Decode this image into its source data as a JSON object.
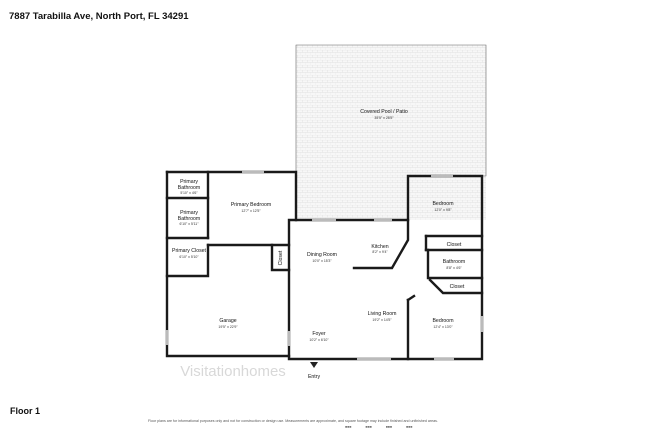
{
  "address": "7887 Tarabilla Ave, North Port, FL 34291",
  "floor_label": "Floor 1",
  "disclaimer": "Floor plans are for informational purposes only and not for construction or design use. Measurements are approximate, and square footage may include finished and unfinished areas.",
  "watermark": "Visitationhomes",
  "entry_label": "Entry",
  "logos": [
    "logo-1",
    "logo-2",
    "logo-3",
    "logo-4"
  ],
  "rooms": {
    "patio": {
      "name": "Covered Pool / Patio",
      "dims": "35'5\" x 28'5\""
    },
    "primary_bath_1": {
      "name": "Primary",
      "name2": "Bathroom",
      "dims": "5'10\" x 4'6\""
    },
    "primary_bath_2": {
      "name": "Primary",
      "name2": "Bathroom",
      "dims": "6'10\" x 5'11\""
    },
    "primary_bedroom": {
      "name": "Primary Bedroom",
      "dims": "12'7\" x 12'5\""
    },
    "primary_closet": {
      "name": "Primary Closet",
      "dims": "6'10\" x 5'10\""
    },
    "closet_small": {
      "name": "Closet"
    },
    "dining": {
      "name": "Dining Room",
      "dims": "10'0\" x 15'3\""
    },
    "kitchen": {
      "name": "Kitchen",
      "dims": "8'2\" x 9'4\""
    },
    "bedroom_top": {
      "name": "Bedroom",
      "dims": "12'0\" x 9'8\""
    },
    "closet_top": {
      "name": "Closet"
    },
    "bathroom": {
      "name": "Bathroom",
      "dims": "8'8\" x 4'6\""
    },
    "closet_bottom": {
      "name": "Closet"
    },
    "garage": {
      "name": "Garage",
      "dims": "19'5\" x 22'9\""
    },
    "living": {
      "name": "Living Room",
      "dims": "19'2\" x 14'5\""
    },
    "foyer": {
      "name": "Foyer",
      "dims": "10'2\" x 6'10\""
    },
    "bedroom_bottom": {
      "name": "Bedroom",
      "dims": "12'4\" x 13'0\""
    }
  }
}
